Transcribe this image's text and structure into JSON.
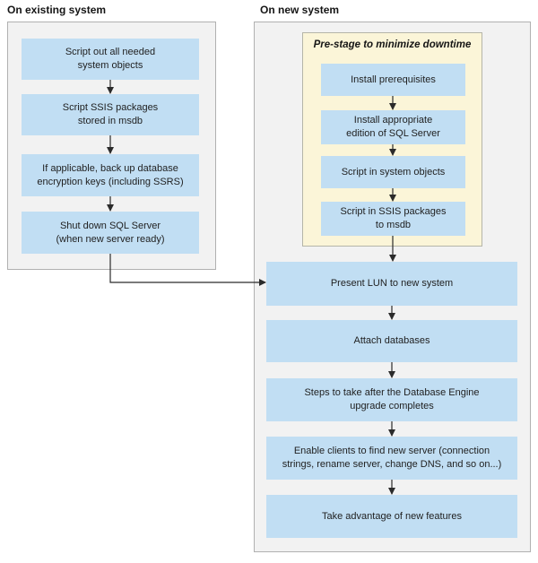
{
  "colors": {
    "box_blue": "#c1def3",
    "prestage_yellow": "#fbf5d8",
    "prestage_border": "#b5b5a8",
    "panel_gray": "#f2f2f2",
    "panel_border": "#b0b0b0",
    "arrow": "#2b2b2b",
    "text": "#1f1f1f"
  },
  "left_panel": {
    "title": "On existing system",
    "steps": [
      "Script out all needed\nsystem objects",
      "Script SSIS packages\nstored in msdb",
      "If applicable, back up database\nencryption keys (including SSRS)",
      "Shut down SQL Server\n(when new server ready)"
    ]
  },
  "right_panel": {
    "title": "On new system",
    "prestage": {
      "title": "Pre-stage to minimize downtime",
      "steps": [
        "Install prerequisites",
        "Install appropriate\nedition of SQL Server",
        "Script in system objects",
        "Script in SSIS packages\nto msdb"
      ]
    },
    "steps": [
      "Present LUN to new system",
      "Attach databases",
      "Steps to take after the Database Engine\nupgrade completes",
      "Enable clients to find new server (connection\nstrings, rename server, change DNS, and so on...)",
      "Take advantage of new features"
    ]
  }
}
